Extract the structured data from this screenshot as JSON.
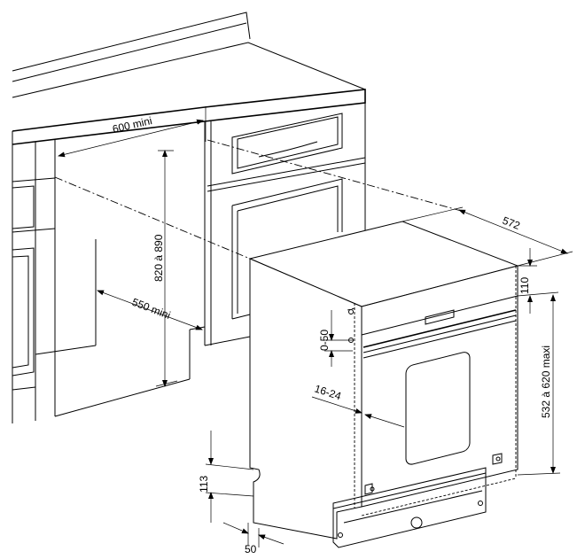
{
  "dimensions": {
    "width_min": "600 mini",
    "height_range": "820 à 890",
    "depth_min": "550 mini",
    "appliance_depth": "572",
    "top_gap": "110",
    "appliance_height": "532 à 620 maxi",
    "adjust_range": "0-50",
    "door_gap": "16-24",
    "plinth_height": "113",
    "plinth_setback": "50"
  }
}
